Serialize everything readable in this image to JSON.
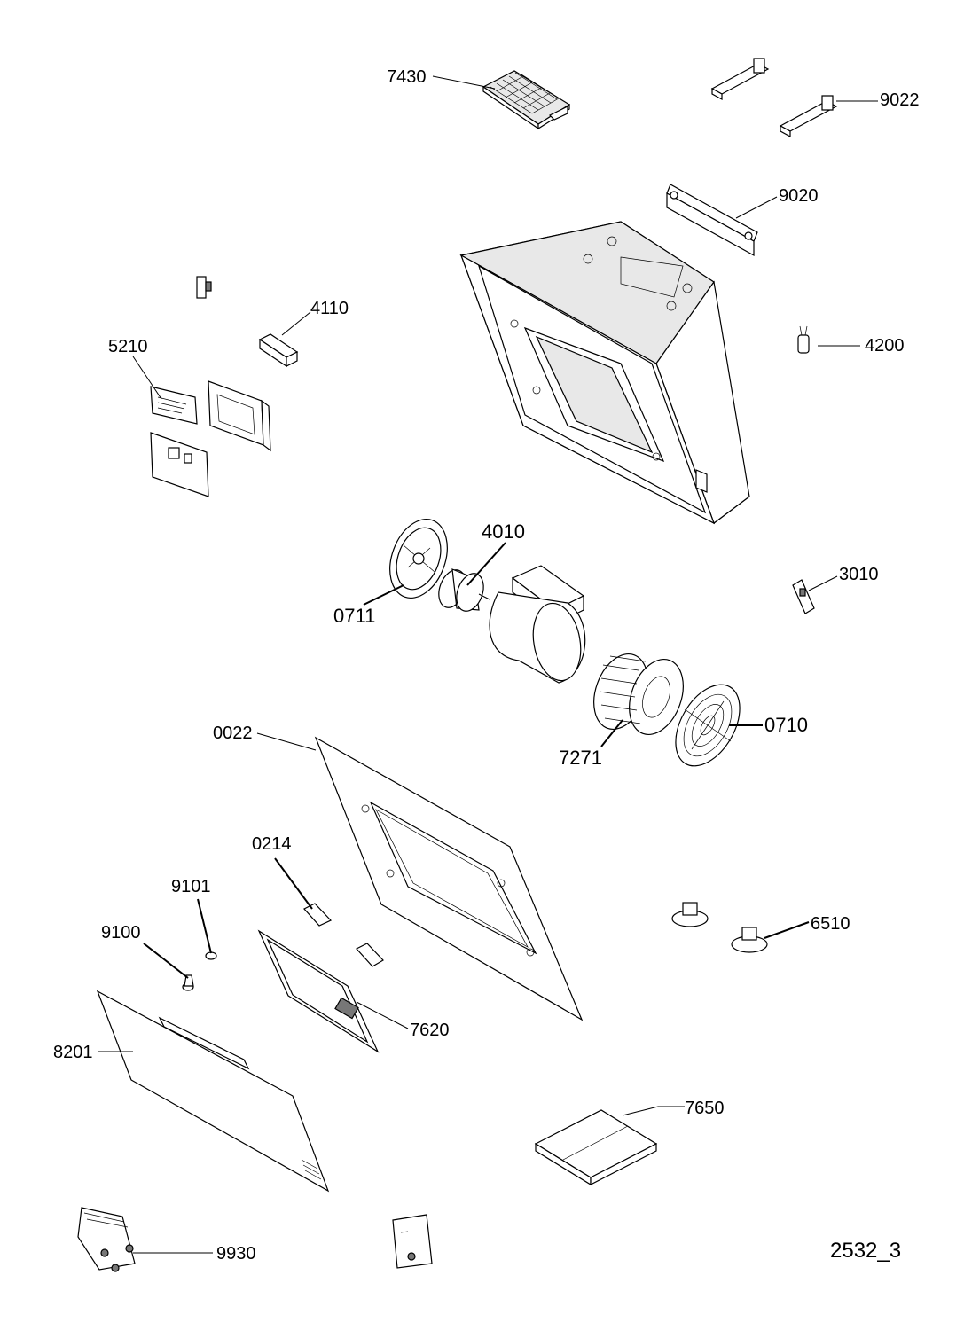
{
  "diagram_code": "2532_3",
  "labels": {
    "l7430": "7430",
    "l9022": "9022",
    "l9020": "9020",
    "l4110": "4110",
    "l5210": "5210",
    "l4200": "4200",
    "l4010": "4010",
    "l0711": "0711",
    "l3010": "3010",
    "l0710": "0710",
    "l7271": "7271",
    "l0022": "0022",
    "l0214": "0214",
    "l9101": "9101",
    "l9100": "9100",
    "l6510": "6510",
    "l7620": "7620",
    "l8201": "8201",
    "l7650": "7650",
    "l9930": "9930"
  }
}
